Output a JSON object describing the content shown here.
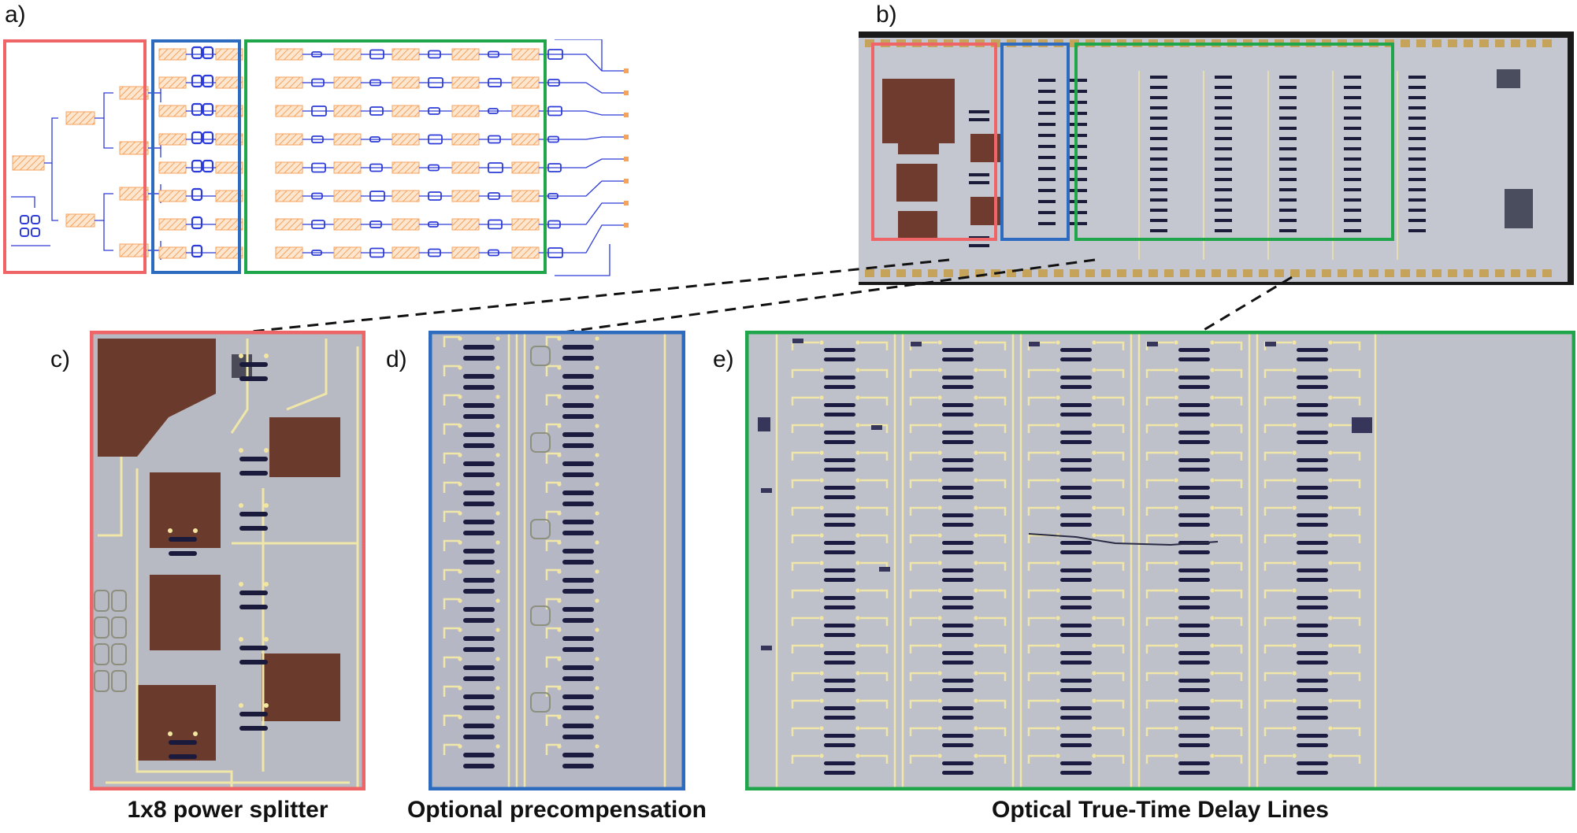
{
  "panels": {
    "a": {
      "label": "a)"
    },
    "b": {
      "label": "b)"
    },
    "c": {
      "label": "c)",
      "caption": "1x8 power splitter"
    },
    "d": {
      "label": "d)",
      "caption": "Optional precompensation"
    },
    "e": {
      "label": "e)",
      "caption": "Optical True-Time Delay Lines"
    }
  },
  "colors": {
    "red": "#ef6466",
    "blue": "#2c6bbf",
    "green": "#1fa64a",
    "waveguide": "#2d3bd8",
    "heater": "#f5a25c",
    "chip": "#b9bcc6",
    "trace": "#efe6a8"
  }
}
